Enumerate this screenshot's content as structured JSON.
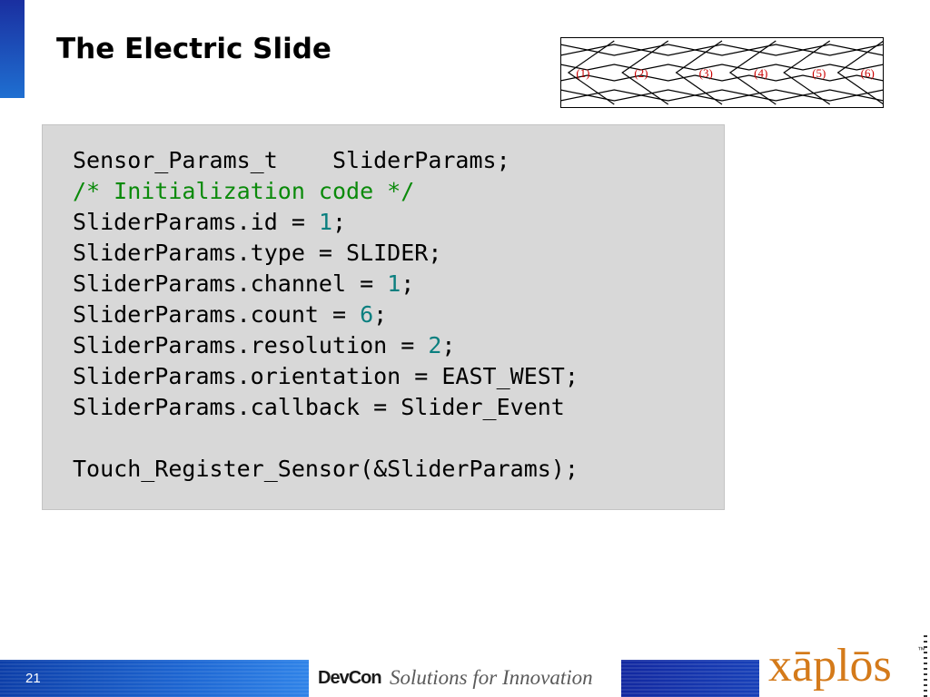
{
  "slide": {
    "title": "The Electric Slide",
    "page_number": "21"
  },
  "diagram": {
    "segment_labels": [
      "(1)",
      "(2)",
      "(3)",
      "(4)",
      "(5)",
      "(6)"
    ],
    "label_color": "#cc0000",
    "line_color": "#000000"
  },
  "code": {
    "lines": [
      [
        {
          "t": "Sensor_Params_t    SliderParams;",
          "c": "plain"
        }
      ],
      [
        {
          "t": "/* Initialization code */",
          "c": "comment"
        }
      ],
      [
        {
          "t": "SliderParams.id = ",
          "c": "plain"
        },
        {
          "t": "1",
          "c": "num"
        },
        {
          "t": ";",
          "c": "plain"
        }
      ],
      [
        {
          "t": "SliderParams.type = SLIDER;",
          "c": "plain"
        }
      ],
      [
        {
          "t": "SliderParams.channel = ",
          "c": "plain"
        },
        {
          "t": "1",
          "c": "num"
        },
        {
          "t": ";",
          "c": "plain"
        }
      ],
      [
        {
          "t": "SliderParams.count = ",
          "c": "plain"
        },
        {
          "t": "6",
          "c": "num"
        },
        {
          "t": ";",
          "c": "plain"
        }
      ],
      [
        {
          "t": "SliderParams.resolution = ",
          "c": "plain"
        },
        {
          "t": "2",
          "c": "num"
        },
        {
          "t": ";",
          "c": "plain"
        }
      ],
      [
        {
          "t": "SliderParams.orientation = EAST_WEST;",
          "c": "plain"
        }
      ],
      [
        {
          "t": "SliderParams.callback = Slider_Event",
          "c": "plain"
        }
      ],
      [
        {
          "t": "",
          "c": "plain"
        }
      ],
      [
        {
          "t": "Touch_Register_Sensor(&SliderParams);",
          "c": "plain"
        }
      ]
    ],
    "colors": {
      "comment": "#0a8a0a",
      "num": "#0a7f7f",
      "plain": "#000000",
      "background": "#d8d8d8"
    }
  },
  "footer": {
    "devcon_logo": "DevCon",
    "tagline": "Solutions for Innovation",
    "brand_logo": "xāplōs",
    "trademark": "™",
    "colors": {
      "band": "#1d66d2",
      "brand": "#d47a1a"
    }
  }
}
